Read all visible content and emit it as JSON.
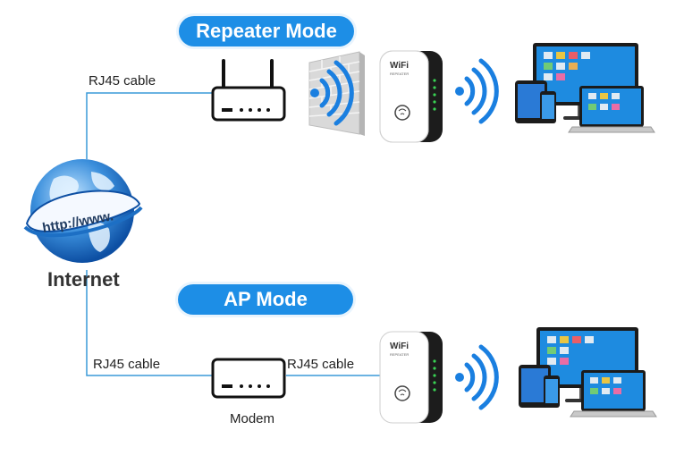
{
  "repeater": {
    "title": "Repeater Mode",
    "cable_label": "RJ45 cable"
  },
  "ap": {
    "title": "AP Mode",
    "cable_left_label": "RJ45 cable",
    "cable_right_label": "RJ45 cable",
    "modem_label": "Modem"
  },
  "internet": {
    "label": "Internet",
    "globe_text": "http://www."
  },
  "device": {
    "brand_text": "WiFi",
    "sub_text": "REPEATER"
  },
  "colors": {
    "accent": "#1d8ee6",
    "line": "#3a9ad9",
    "wave": "#1a7fe0"
  }
}
